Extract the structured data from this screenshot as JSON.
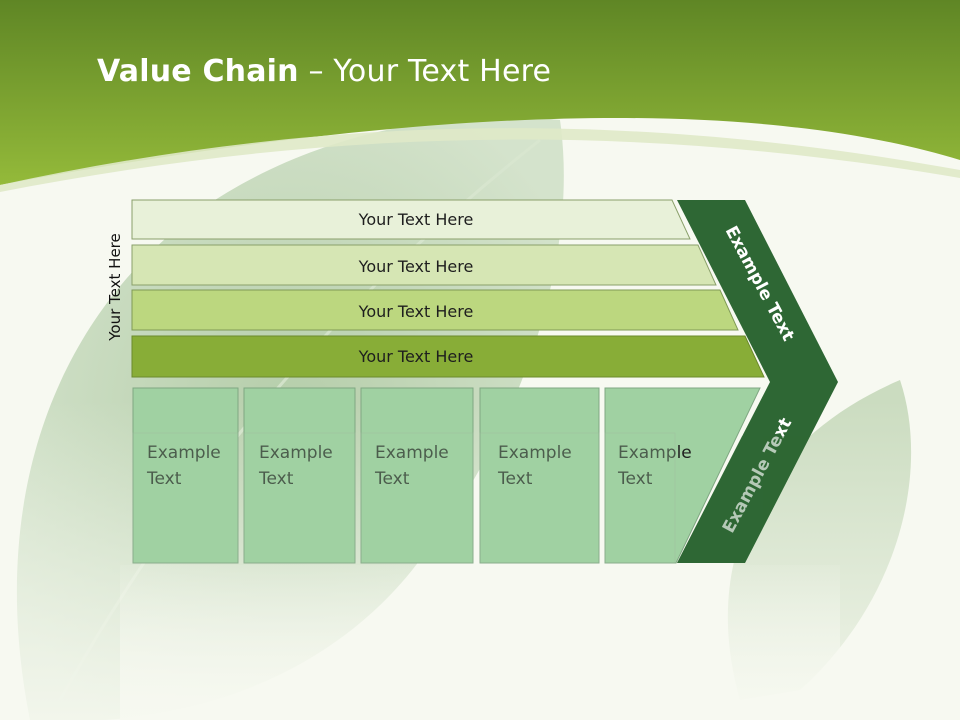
{
  "title": {
    "bold": "Value Chain",
    "rest": " – Your Text Here"
  },
  "side_label": "Your Text Here",
  "support_rows": [
    "Your Text Here",
    "Your Text Here",
    "Your Text Here",
    "Your Text Here"
  ],
  "primary_boxes": [
    {
      "line1": "Example",
      "line2": "Text"
    },
    {
      "line1": "Example",
      "line2": "Text"
    },
    {
      "line1": "Example",
      "line2": "Text"
    },
    {
      "line1": "Example",
      "line2": "Text"
    },
    {
      "line1": "Example",
      "line2": "Text"
    }
  ],
  "margin_top": "Example Text",
  "margin_bottom": "Example Text",
  "colors": {
    "header_dark": "#6b8f2a",
    "header_light": "#93b93a",
    "row1": "#e8f1d9",
    "row2": "#d6e6b4",
    "row3": "#bcd77f",
    "row4": "#88ad37",
    "box": "#a0d1a2",
    "arrow": "#2e6734"
  }
}
